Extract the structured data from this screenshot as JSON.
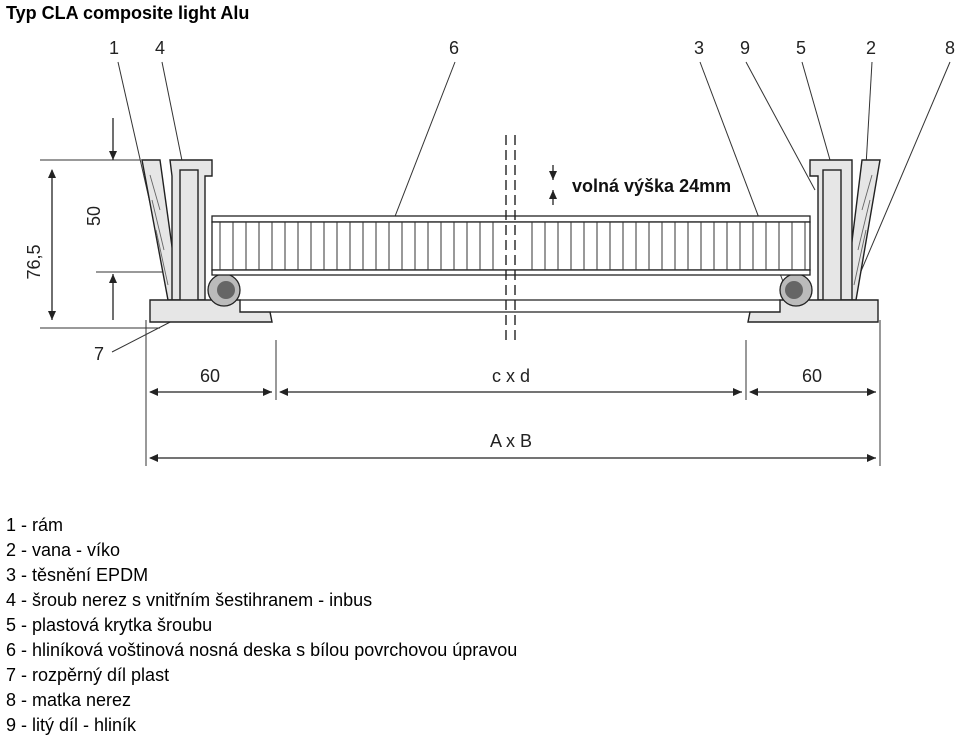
{
  "title": "Typ CLA composite light Alu",
  "callouts": [
    "1",
    "4",
    "6",
    "3",
    "9",
    "5",
    "2",
    "8",
    "7"
  ],
  "dimensions": {
    "height_total": "76,5",
    "height_inner": "50",
    "free_height": "volná výška 24mm",
    "side_left": "60",
    "side_right": "60",
    "clear_opening": "c x d",
    "overall": "A x B"
  },
  "legend": [
    "1 - rám",
    "2 - vana - víko",
    "3 - těsnění EPDM",
    "4 - šroub nerez s vnitřním šestihranem - inbus",
    "5 - plastová krytka šroubu",
    "6 - hliníková voštinová nosná deska s bílou povrchovou úpravou",
    "7 - rozpěrný díl plast",
    "8 - matka nerez",
    "9 - litý díl - hliník"
  ]
}
